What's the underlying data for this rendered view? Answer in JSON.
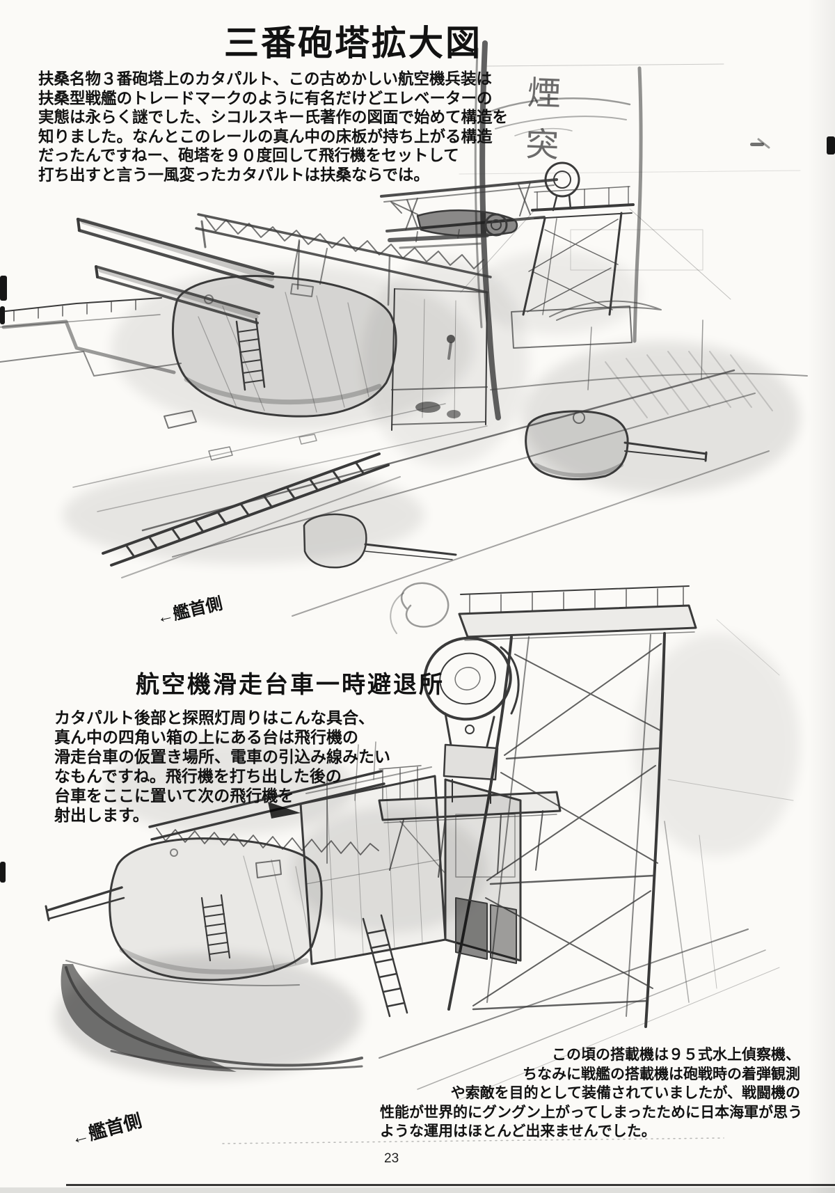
{
  "header": {
    "title": "三番砲塔拡大図"
  },
  "intro": {
    "lines": [
      "扶桑名物３番砲塔上のカタパルト、この古めかしい航空機兵装は",
      "扶桑型戦艦のトレードマークのように有名だけどエレベーターの",
      "実態は永らく謎でした、シコルスキー氏著作の図面で始めて構造を",
      "知りました。なんとこのレールの真ん中の床板が持ち上がる構造",
      "だったんですねー、砲塔を９０度回して飛行機をセットして",
      "打ち出すと言う一風変ったカタパルトは扶桑ならでは。"
    ]
  },
  "top_sketch": {
    "funnel_label": "煙突",
    "bow_label": "←艦首側"
  },
  "section2": {
    "title": "航空機滑走台車一時避退所",
    "lines": [
      "カタパルト後部と探照灯周りはこんな具合、",
      "真ん中の四角い箱の上にある台は飛行機の",
      "滑走台車の仮置き場所、電車の引込み線みたい",
      "なもんですね。飛行機を打ち出した後の",
      "台車をここに置いて次の飛行機を",
      "射出します。"
    ]
  },
  "note": {
    "lines": [
      "この頃の搭載機は９５式水上偵察機、",
      "ちなみに戦艦の搭載機は砲戦時の着弾観測",
      "や索敵を目的として装備されていましたが、戦闘機の",
      "性能が世界的にグングン上がってしまったために日本海軍が思う",
      "ような運用はほとんど出来ませんでした。"
    ]
  },
  "bottom_sketch": {
    "bow_label": "←艦首側"
  },
  "footer": {
    "page_number": "23"
  },
  "colors": {
    "paper": "#fbfaf7",
    "ink": "#121212",
    "pencil": "#3c3c3c"
  }
}
